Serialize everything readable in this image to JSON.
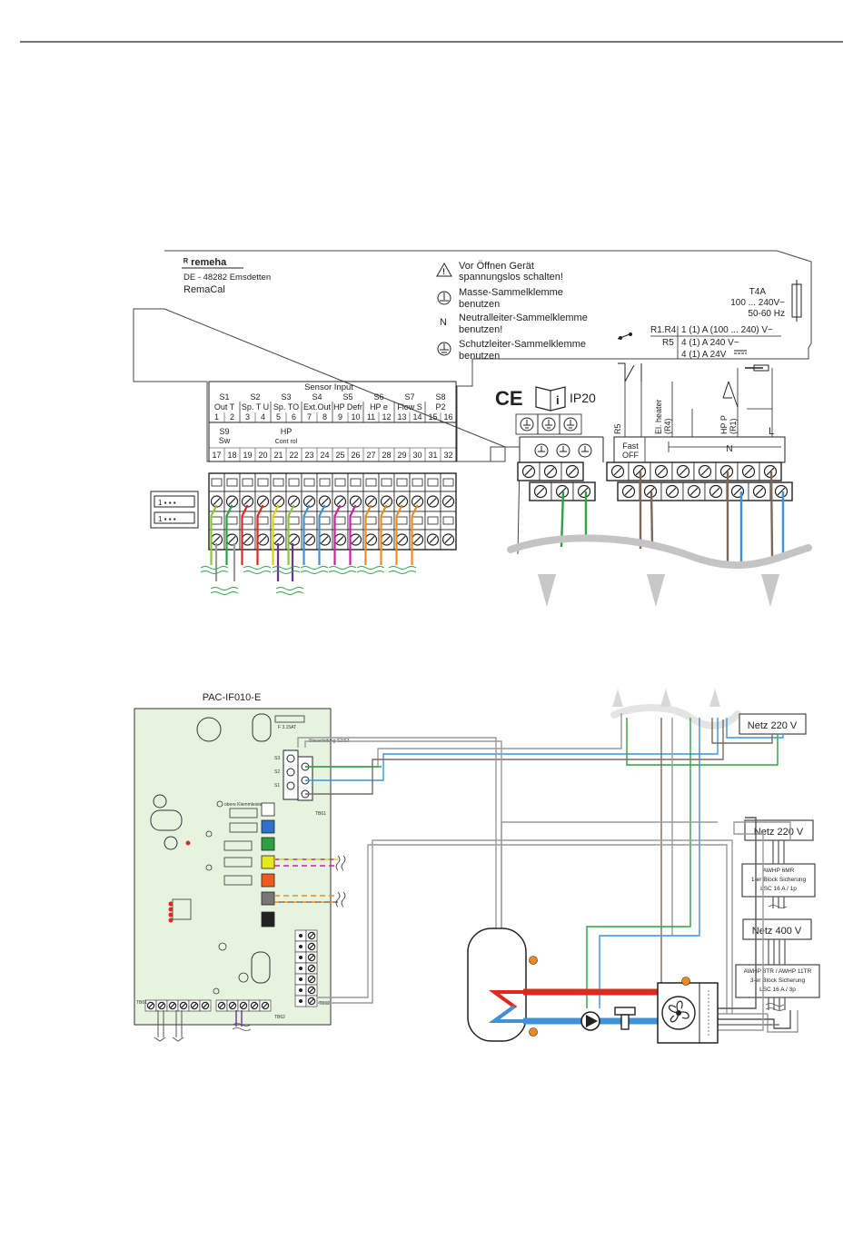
{
  "controller": {
    "brand": "remeha",
    "address": "DE - 48282 Emsdetten",
    "model": "RemaCal"
  },
  "warnings": [
    {
      "icon": "warning-triangle-icon",
      "line1": "Vor Öffnen Gerät",
      "line2": "spannungslos schalten!"
    },
    {
      "icon": "ground-icon",
      "line1": "Masse-Sammelklemme",
      "line2": "benutzen"
    },
    {
      "icon": "neutral-n-icon",
      "symbol": "N",
      "line1": "Neutralleiter-Sammelklemme",
      "line2": "benutzen!"
    },
    {
      "icon": "protective-earth-icon",
      "line1": "Schutzleiter-Sammelklemme",
      "line2": "benutzen"
    }
  ],
  "fuse": {
    "label": "T4A",
    "voltage": "100 ... 240V~",
    "freq": "50-60 Hz"
  },
  "relay_ratings": {
    "r1r4_label": "R1.R4",
    "r1r4_value": "1 (1) A (100 ... 240) V~",
    "r5_label": "R5",
    "r5_value": "4 (1) A 240 V~",
    "r5_dc_value": "4 (1) A 24V"
  },
  "sensor_input": {
    "title": "Sensor Input",
    "top_sensors": [
      {
        "code": "S1",
        "name": "Out T",
        "pins": [
          "1",
          "2"
        ]
      },
      {
        "code": "S2",
        "name": "Sp. T U",
        "pins": [
          "3",
          "4"
        ]
      },
      {
        "code": "S3",
        "name": "Sp. TO",
        "pins": [
          "5",
          "6"
        ]
      },
      {
        "code": "S4",
        "name": "Ext.Out",
        "pins": [
          "7",
          "8"
        ]
      },
      {
        "code": "S5",
        "name": "HP Defr",
        "pins": [
          "9",
          "10"
        ]
      },
      {
        "code": "S6",
        "name": "HP e",
        "pins": [
          "11",
          "12"
        ]
      },
      {
        "code": "S7",
        "name": "Flow S",
        "pins": [
          "13",
          "14"
        ]
      },
      {
        "code": "S8",
        "name": "P2",
        "pins": [
          "15",
          "16"
        ]
      }
    ],
    "s9_code": "S9",
    "s9_name": "Sw",
    "hp_label": "HP",
    "hp_sub": "Cont rol",
    "bottom_pins": [
      "17",
      "18",
      "19",
      "20",
      "21",
      "22",
      "23",
      "24",
      "25",
      "26",
      "27",
      "28",
      "29",
      "30",
      "31",
      "32"
    ]
  },
  "ip_rating": "IP20",
  "ce_mark": "CE",
  "power_terminals": {
    "r5": "R5",
    "el_heater": "El. heater",
    "el_heater_sub": "(R4)",
    "hp_p": "HP P",
    "hp_p_sub": "(R1)",
    "l": "L",
    "fast_off": "Fast",
    "fast_off_sub": "OFF",
    "n": "N"
  },
  "pac": {
    "title": "PAC-IF010-E",
    "fuse_label": "F 3.15AT",
    "control_label": "Steuerleitung S2/S3",
    "tb_label": "TB61",
    "tb2_label": "TB62",
    "tb_bottom": "TB61",
    "tb_bottom2": "TB62",
    "s1": "S1",
    "s2": "S2",
    "s3": "S3",
    "klemme": "obere Klemmleiste"
  },
  "supply_labels": {
    "netz_220_top": "Netz 220 V",
    "netz_220_mid": "Netz 220 V",
    "awhp6_l1": "AWHP 6MR",
    "awhp6_l2": "1-er Block Sicherung",
    "awhp6_l3": "LSC 16 A / 1p",
    "netz_400": "Netz 400 V",
    "awhp8_l1": "AWHP 8TR / AWHP 11TR",
    "awhp8_l2": "3-er Block Sicherung",
    "awhp8_l3": "LSC 16 A / 3p"
  },
  "colors": {
    "green": "#2ea043",
    "red": "#e0281f",
    "blue": "#3d93d6",
    "brown": "#7a6a5c",
    "gray": "#9a9a9a",
    "yellow": "#d8d800",
    "purple": "#6d2f9e",
    "magenta": "#d020a0",
    "orange": "#ef8b1e",
    "lime": "#8cc63f",
    "board": "#e6f4df"
  }
}
